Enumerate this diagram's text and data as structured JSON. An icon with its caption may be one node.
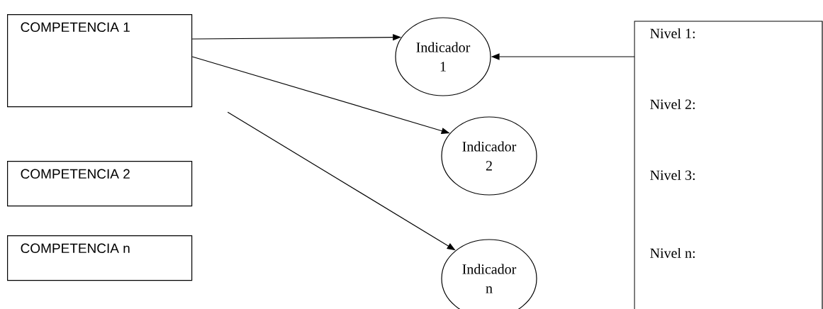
{
  "diagram": {
    "nodes": [
      {
        "text": [
          "COMPETENCIA 1"
        ]
      },
      {
        "text": [
          "COMPETENCIA 2"
        ]
      },
      {
        "text": [
          "COMPETENCIA n"
        ]
      },
      {
        "text": [
          "Indicador 1"
        ]
      },
      {
        "text": [
          "Indicador 2"
        ]
      },
      {
        "text": [
          "Indicador n"
        ]
      },
      {
        "text": [
          "Nivel 1:",
          "Nivel 2:",
          "Nivel 3:",
          "Nivel n:"
        ]
      }
    ],
    "edges": [
      {
        "from": 0,
        "to": 3,
        "arrow": "to"
      },
      {
        "from": 0,
        "to": 4,
        "arrow": "to"
      },
      {
        "from": 0,
        "to": 5,
        "arrow": "to"
      },
      {
        "from": 6,
        "to": 3,
        "arrow": "to"
      }
    ]
  }
}
